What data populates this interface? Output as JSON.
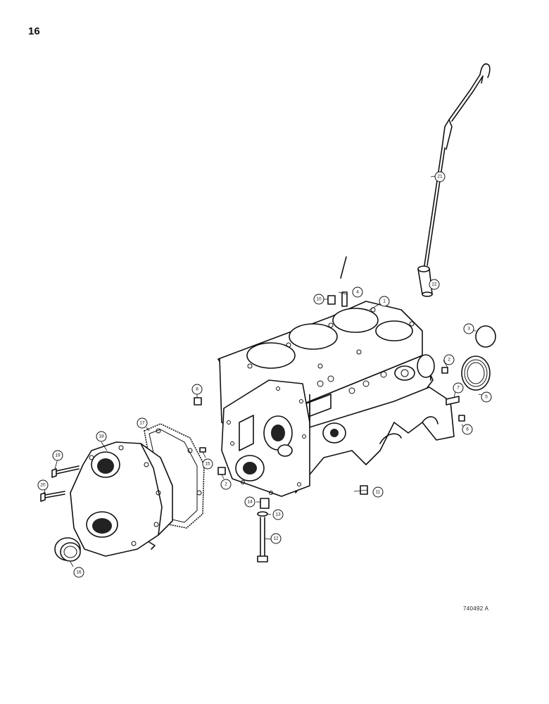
{
  "page_number": "16",
  "drawing_code": "740492 A",
  "callouts": [
    {
      "id": "c1",
      "label": "1"
    },
    {
      "id": "c2a",
      "label": "2"
    },
    {
      "id": "c2b",
      "label": "2"
    },
    {
      "id": "c3",
      "label": "3"
    },
    {
      "id": "c4",
      "label": "4"
    },
    {
      "id": "c5",
      "label": "5"
    },
    {
      "id": "c6",
      "label": "6"
    },
    {
      "id": "c7",
      "label": "7"
    },
    {
      "id": "c8",
      "label": "8"
    },
    {
      "id": "c10",
      "label": "10"
    },
    {
      "id": "c11",
      "label": "11"
    },
    {
      "id": "c12",
      "label": "12"
    },
    {
      "id": "c13",
      "label": "13"
    },
    {
      "id": "c14",
      "label": "14"
    },
    {
      "id": "c15",
      "label": "15"
    },
    {
      "id": "c16",
      "label": "16"
    },
    {
      "id": "c17",
      "label": "17"
    },
    {
      "id": "c18",
      "label": "18"
    },
    {
      "id": "c19",
      "label": "19"
    },
    {
      "id": "c20",
      "label": "20"
    },
    {
      "id": "c21",
      "label": "21"
    },
    {
      "id": "c22",
      "label": "22"
    }
  ]
}
